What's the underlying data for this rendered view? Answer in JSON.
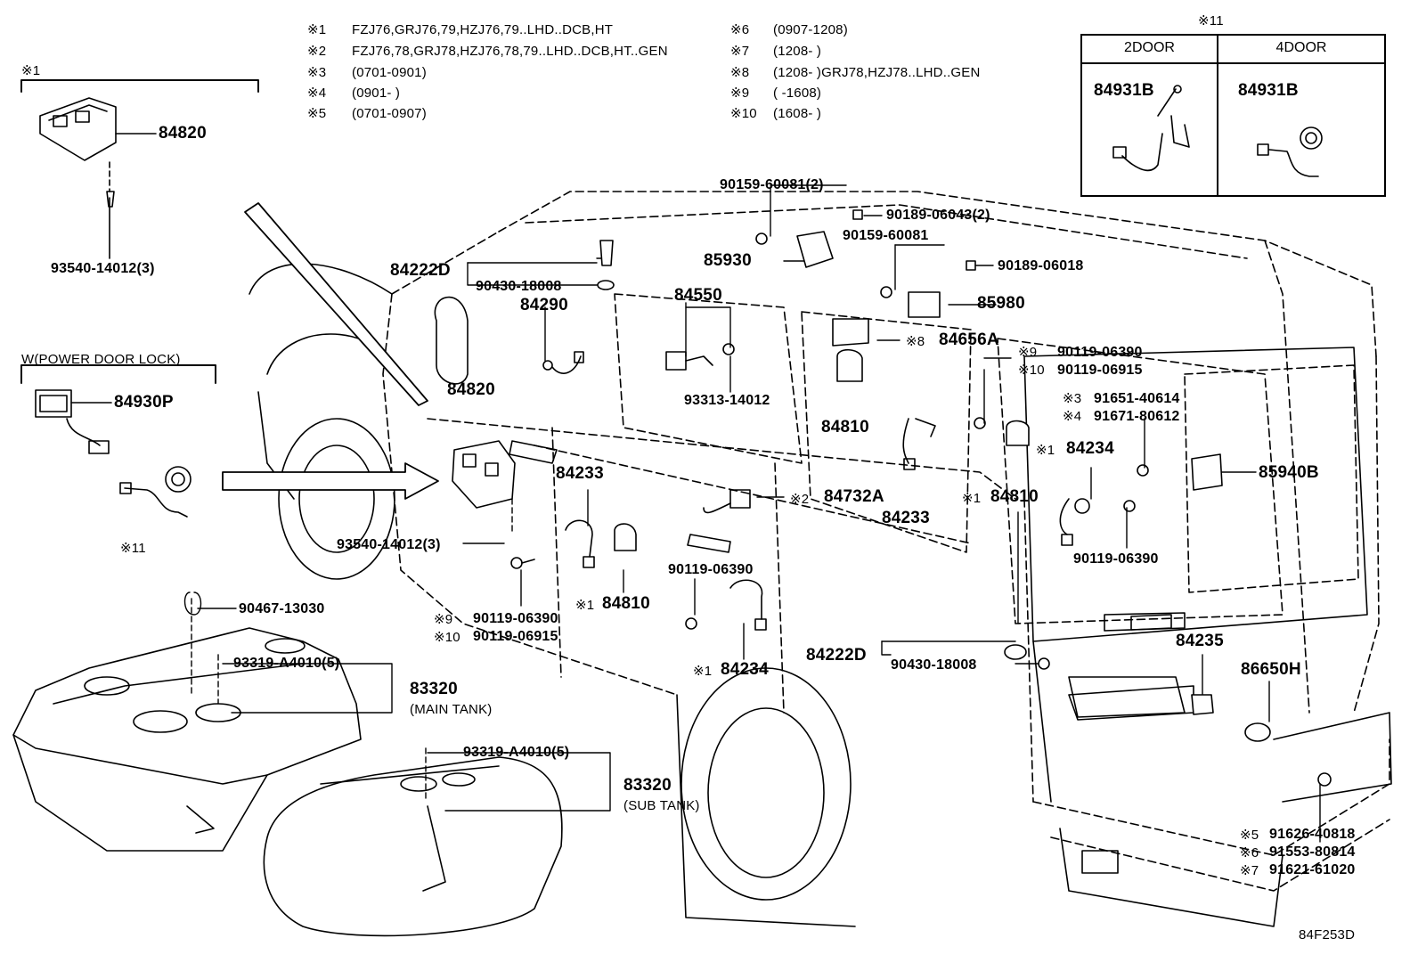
{
  "legend": [
    {
      "mark": "※1",
      "text": "FZJ76,GRJ76,79,HZJ76,79..LHD..DCB,HT"
    },
    {
      "mark": "※2",
      "text": "FZJ76,78,GRJ78,HZJ76,78,79..LHD..DCB,HT..GEN"
    },
    {
      "mark": "※3",
      "text": "(0701-0901)"
    },
    {
      "mark": "※4",
      "text": "(0901-      )"
    },
    {
      "mark": "※5",
      "text": "(0701-0907)"
    },
    {
      "mark": "※6",
      "text": "(0907-1208)"
    },
    {
      "mark": "※7",
      "text": "(1208-      )"
    },
    {
      "mark": "※8",
      "text": "(1208-      )GRJ78,HZJ78..LHD..GEN"
    },
    {
      "mark": "※9",
      "text": "(      -1608)"
    },
    {
      "mark": "※10",
      "text": "(1608-      )"
    }
  ],
  "box11": {
    "mark": "※11",
    "left_header": "2DOOR",
    "right_header": "4DOOR",
    "left_part": "84931B",
    "right_part": "84931B"
  },
  "callouts": {
    "c1": "※1",
    "p84820_top": "84820",
    "p93540_top": "93540-14012(3)",
    "wpdl": "W(POWER DOOR LOCK)",
    "p84930p": "84930P",
    "c11_left": "※11",
    "p84222d_top": "84222D",
    "p90430_top": "90430-18008",
    "p84290": "84290",
    "p84820_mid": "84820",
    "p84550": "84550",
    "p93313": "93313-14012",
    "p90159_a": "90159-60081(2)",
    "p90189_a": "90189-06043(2)",
    "p85930": "85930",
    "p90159_b": "90159-60081",
    "p90189_b": "90189-06018",
    "p85980": "85980",
    "c8": "※8",
    "p84656a": "84656A",
    "c9a": "※9",
    "p90119_06390_a": "90119-06390",
    "c10a": "※10",
    "p90119_06915_a": "90119-06915",
    "c3": "※3",
    "p91651": "91651-40614",
    "c4": "※4",
    "p91671": "91671-80612",
    "p84810_a": "84810",
    "c1_b": "※1",
    "p84234_a": "84234",
    "p85940b": "85940B",
    "p84233_a": "84233",
    "c2": "※2",
    "p84732a": "84732A",
    "p84233_b": "84233",
    "c1_c": "※1",
    "p84810_b": "84810",
    "p93540_mid": "93540-14012(3)",
    "p90119_06390_b": "90119-06390",
    "p90119_06390_c": "90119-06390",
    "c9b": "※9",
    "p90119_06390_d": "90119-06390",
    "c10b": "※10",
    "p90119_06915_b": "90119-06915",
    "c1_d": "※1",
    "p84810_c": "84810",
    "p90467": "90467-13030",
    "p93319_a": "93319-A4010(5)",
    "p83320_a": "83320",
    "main_tank": "(MAIN TANK)",
    "c1_e": "※1",
    "p84234_b": "84234",
    "p84222d_b": "84222D",
    "p90430_b": "90430-18008",
    "p84235": "84235",
    "p86650h": "86650H",
    "p93319_b": "93319-A4010(5)",
    "p83320_b": "83320",
    "sub_tank": "(SUB TANK)",
    "c5": "※5",
    "p91626": "91626-40818",
    "c6": "※6",
    "p91553": "91553-80814",
    "c7": "※7",
    "p91621": "91621-61020",
    "figure_id": "84F253D"
  }
}
